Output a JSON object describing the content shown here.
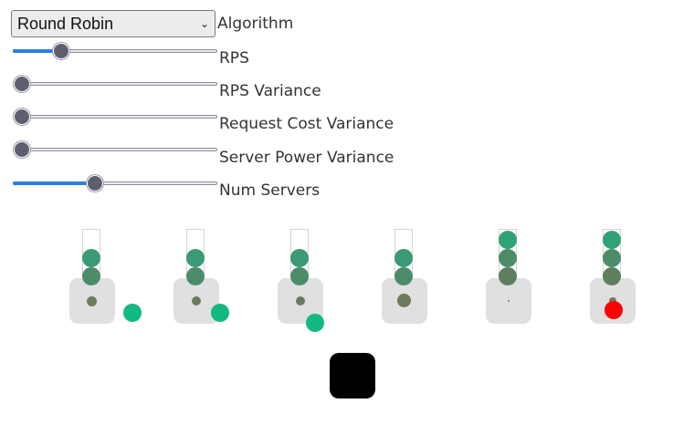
{
  "algorithm": {
    "selected": "Round Robin",
    "label": "Algorithm"
  },
  "sliders": [
    {
      "id": "rps",
      "label": "RPS",
      "value": 0.21
    },
    {
      "id": "rps-variance",
      "label": "RPS Variance",
      "value": 0.0
    },
    {
      "id": "request-cost-variance",
      "label": "Request Cost Variance",
      "value": 0.0
    },
    {
      "id": "server-power-variance",
      "label": "Server Power Variance",
      "value": 0.0
    },
    {
      "id": "num-servers",
      "label": "Num Servers",
      "value": 0.39
    }
  ],
  "colors": {
    "accent": "#2d7ee0",
    "queue_dark": "#5e7e5e",
    "queue_mid": "#4c8c68",
    "queue_light": "#3a9a74",
    "request": "#12b981",
    "dropped": "#ff0000",
    "server_box": "#e0e0e0",
    "load_balancer": "#000000"
  }
}
